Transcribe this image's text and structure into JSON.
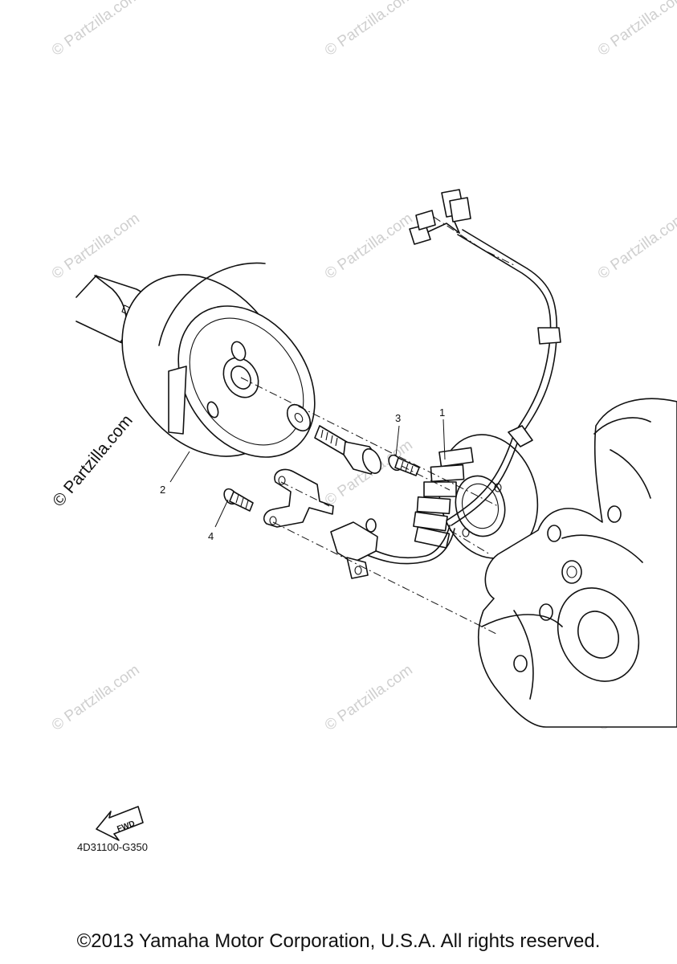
{
  "callouts": {
    "c1": "1",
    "c2": "2",
    "c3": "3",
    "c4": "4"
  },
  "watermark": "© Partzilla.com",
  "fwd_label": "FWD",
  "diagram_code": "4D31100-G350",
  "copyright": "©2013 Yamaha Motor Corporation, U.S.A. All rights reserved."
}
